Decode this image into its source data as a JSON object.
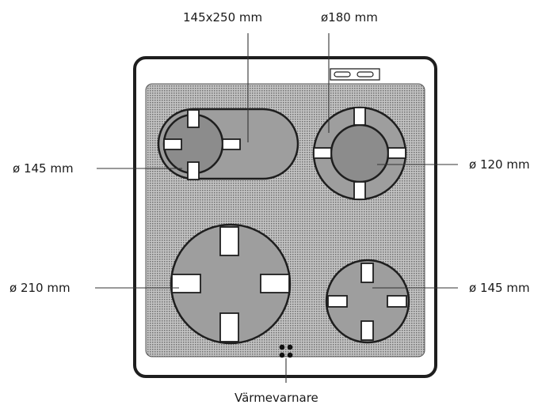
{
  "labels": {
    "top_oval": "145x250 mm",
    "top_right": "ø180 mm",
    "left_top": "ø 145 mm",
    "right_top": "ø 120 mm",
    "left_bottom": "ø 210 mm",
    "right_bottom": "ø 145 mm",
    "bottom": "Värmevarnare"
  },
  "colors": {
    "frame": "#1e1e1e",
    "surface": "#a9a9a9",
    "zone": "#9a9a9a",
    "line": "#222222"
  }
}
